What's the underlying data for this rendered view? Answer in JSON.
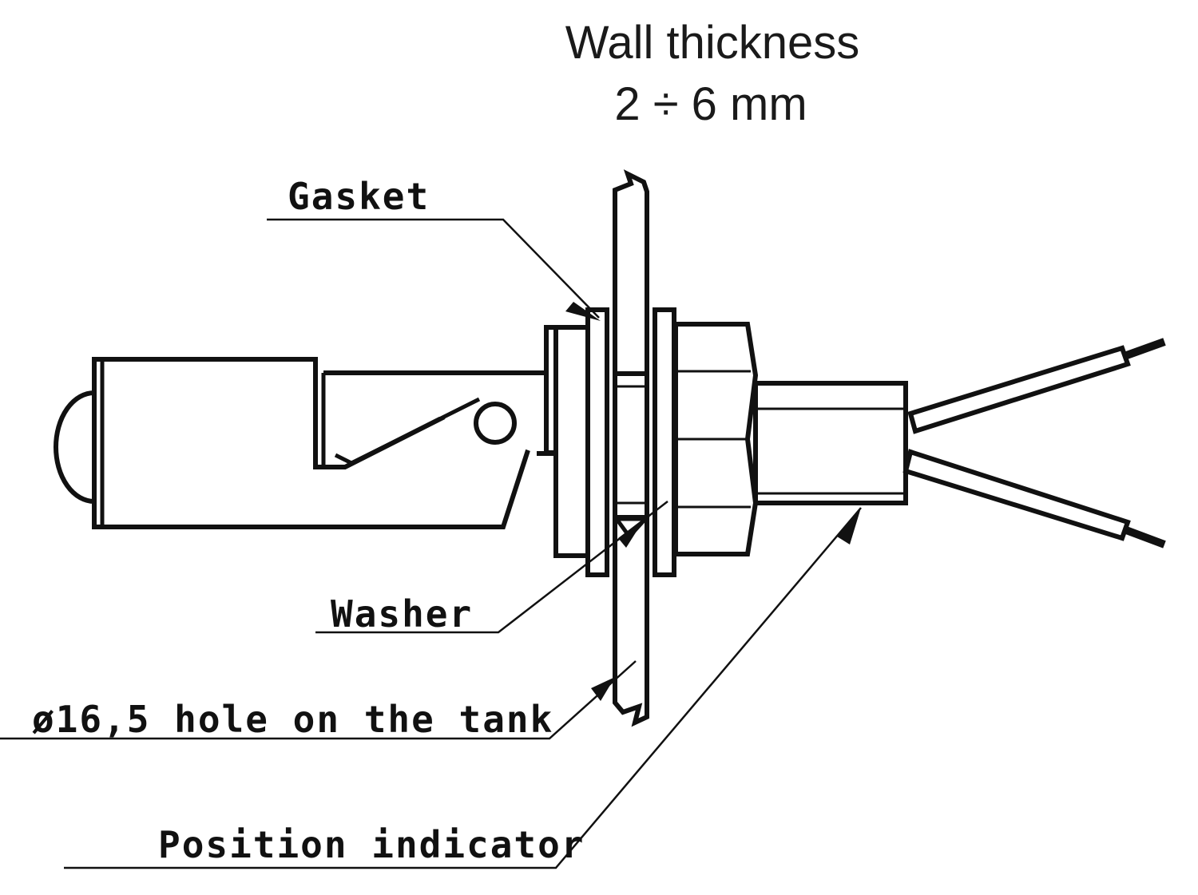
{
  "title": {
    "line1": "Wall thickness",
    "line2": "2 ÷ 6 mm"
  },
  "labels": {
    "gasket": "Gasket",
    "washer": "Washer",
    "hole": "ø16,5 hole on the tank",
    "position_indicator": "Position indicator"
  },
  "colors": {
    "ink": "#111111",
    "background": "#ffffff"
  }
}
